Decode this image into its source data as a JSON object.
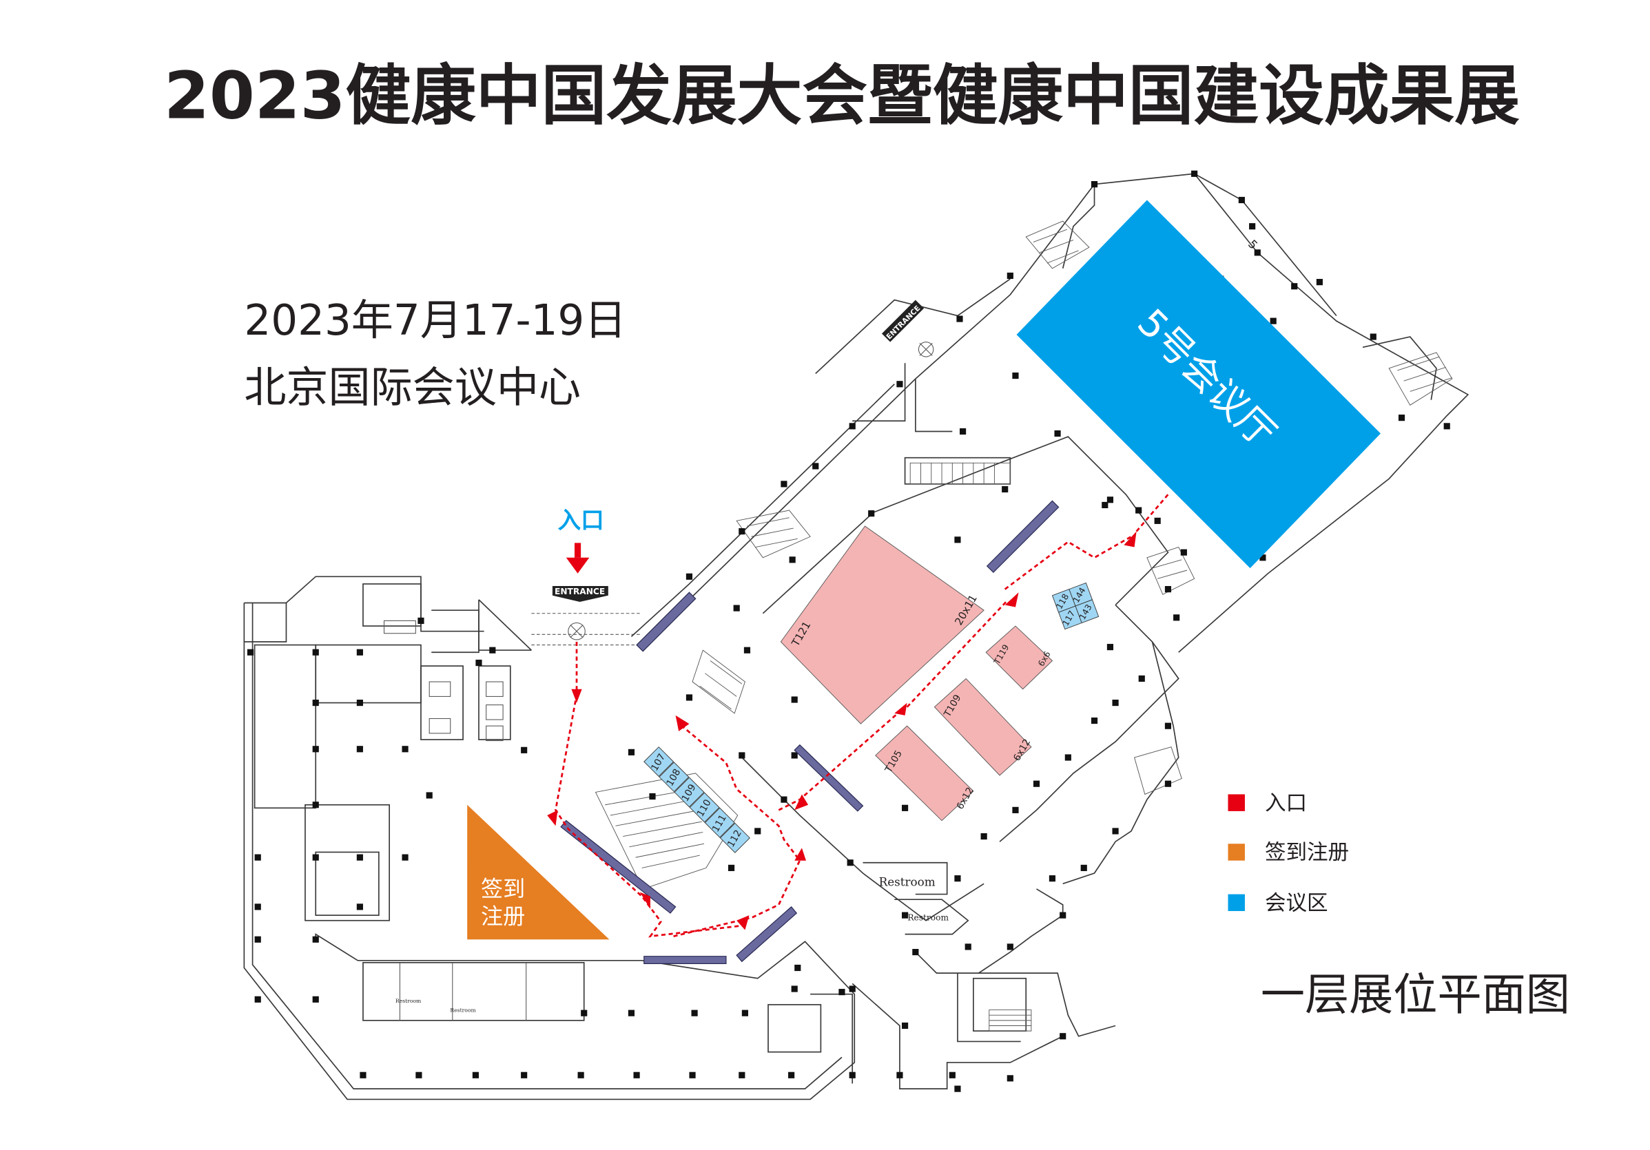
{
  "title": "2023健康中国发展大会暨健康中国建设成果展",
  "event_date": "2023年7月17-19日",
  "venue": "北京国际会议中心",
  "plan_caption": "一层展位平面图",
  "entrance": {
    "label": "入口",
    "sign": "ENTRANCE",
    "sign_north": "ENTRANCE"
  },
  "registration_label_line1": "签到",
  "registration_label_line2": "注册",
  "hall5_label": "5号会议厅",
  "hall5_number": "5",
  "restroom_labels": [
    "Restroom",
    "Restroom",
    "Restroom",
    "Restroom"
  ],
  "legend": [
    {
      "label": "入口",
      "color": "#e60012"
    },
    {
      "label": "签到注册",
      "color": "#e67e22"
    },
    {
      "label": "会议区",
      "color": "#00a0e9"
    }
  ],
  "colors": {
    "meeting": "#00a0e9",
    "meeting_light": "#9fd6f3",
    "registration": "#e67e22",
    "booth": "#f4b4b4",
    "route": "#e60012",
    "bar": "#6a6a9e"
  },
  "booths": [
    {
      "id": "T121",
      "size": "20x11"
    },
    {
      "id": "T119",
      "size": "6x6"
    },
    {
      "id": "T109",
      "size": "6x12"
    },
    {
      "id": "T105",
      "size": "6x12"
    }
  ],
  "meeting_rooms_row": [
    "107",
    "108",
    "109",
    "110",
    "111",
    "112"
  ],
  "meeting_rooms_grid": [
    "118",
    "144",
    "117",
    "143"
  ]
}
